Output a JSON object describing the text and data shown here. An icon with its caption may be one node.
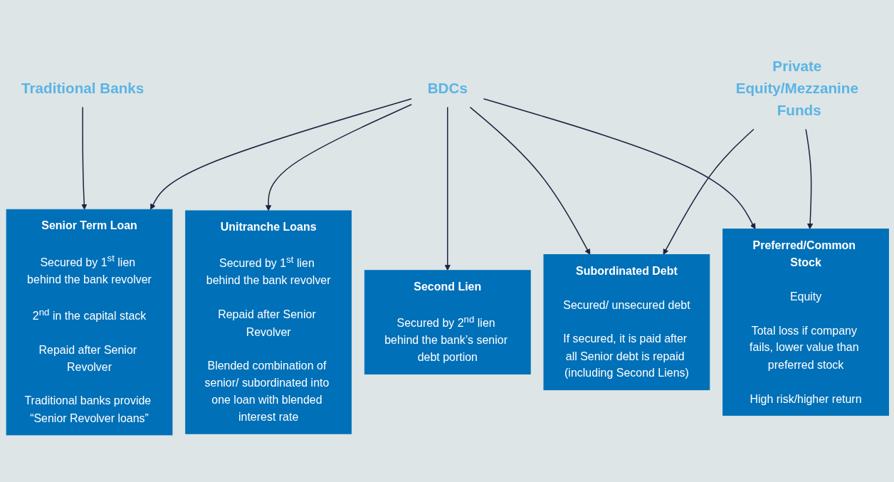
{
  "diagram": {
    "nodes": [
      {
        "text": [
          "Traditional Banks"
        ]
      },
      {
        "text": [
          "BDCs"
        ]
      },
      {
        "text": [
          "Private Equity/Mezzanine Funds"
        ]
      },
      {
        "text": [
          "Senior Term Loan",
          "Secured by 1$^{st}$ lien behind the bank revolver",
          "2$^{nd}$ in the capital stack",
          "Repaid after Senior Revolver",
          "Traditional banks provide “Senior Revolver loans”"
        ]
      },
      {
        "text": [
          "Unitranche Loans",
          "Secured by 1$^{st}$ lien behind the bank revolver",
          "Repaid after Senior Revolver",
          "Blended combination of senior/ subordinated into one loan with blended interest rate"
        ]
      },
      {
        "text": [
          "Second Lien",
          "Secured by 2$^{nd}$ lien behind the bank’s senior debt portion"
        ]
      },
      {
        "text": [
          "Subordinated Debt",
          "Secured/ unsecured debt",
          "If secured, it is paid after all Senior debt is repaid (including Second Liens)"
        ]
      },
      {
        "text": [
          "Preferred/Common Stock",
          "Equity",
          "Total loss if company fails, lower value than preferred stock",
          "High risk/higher return"
        ]
      }
    ],
    "edges": [
      {
        "from": 0,
        "to": 3,
        "arrow": "to"
      },
      {
        "from": 1,
        "to": 3,
        "arrow": "to"
      },
      {
        "from": 1,
        "to": 4,
        "arrow": "to"
      },
      {
        "from": 1,
        "to": 5,
        "arrow": "to"
      },
      {
        "from": 1,
        "to": 6,
        "arrow": "to"
      },
      {
        "from": 1,
        "to": 7,
        "arrow": "to"
      },
      {
        "from": 2,
        "to": 6,
        "arrow": "to"
      },
      {
        "from": 2,
        "to": 7,
        "arrow": "to"
      }
    ]
  }
}
